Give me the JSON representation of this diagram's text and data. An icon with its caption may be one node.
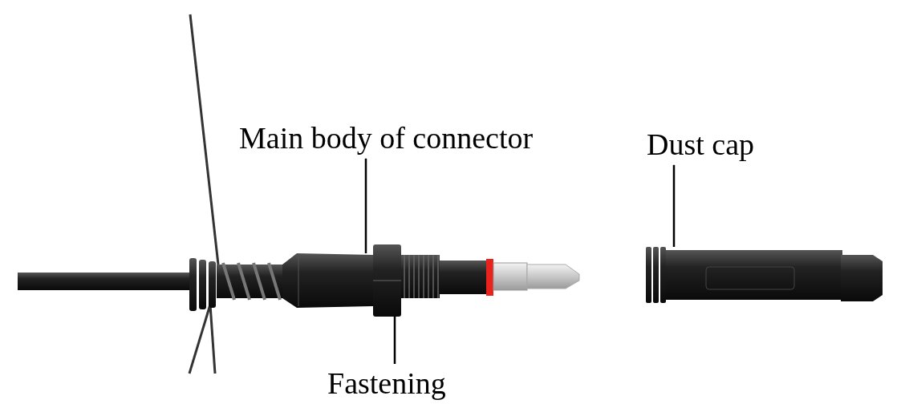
{
  "diagram": {
    "nodes": [
      {
        "text": [
          "Main body of connector"
        ]
      },
      {
        "text": [],
        "shape": "picture"
      },
      {
        "text": [
          "Fastening"
        ]
      },
      {
        "text": [],
        "shape": "picture"
      },
      {
        "text": [
          "Dust cap"
        ]
      },
      {
        "text": [],
        "shape": "picture"
      }
    ],
    "edges": [
      {
        "from": 0,
        "to": 1,
        "arrow": "none"
      },
      {
        "from": 2,
        "to": 3,
        "arrow": "none"
      },
      {
        "from": 4,
        "to": 5,
        "arrow": "none"
      }
    ]
  }
}
